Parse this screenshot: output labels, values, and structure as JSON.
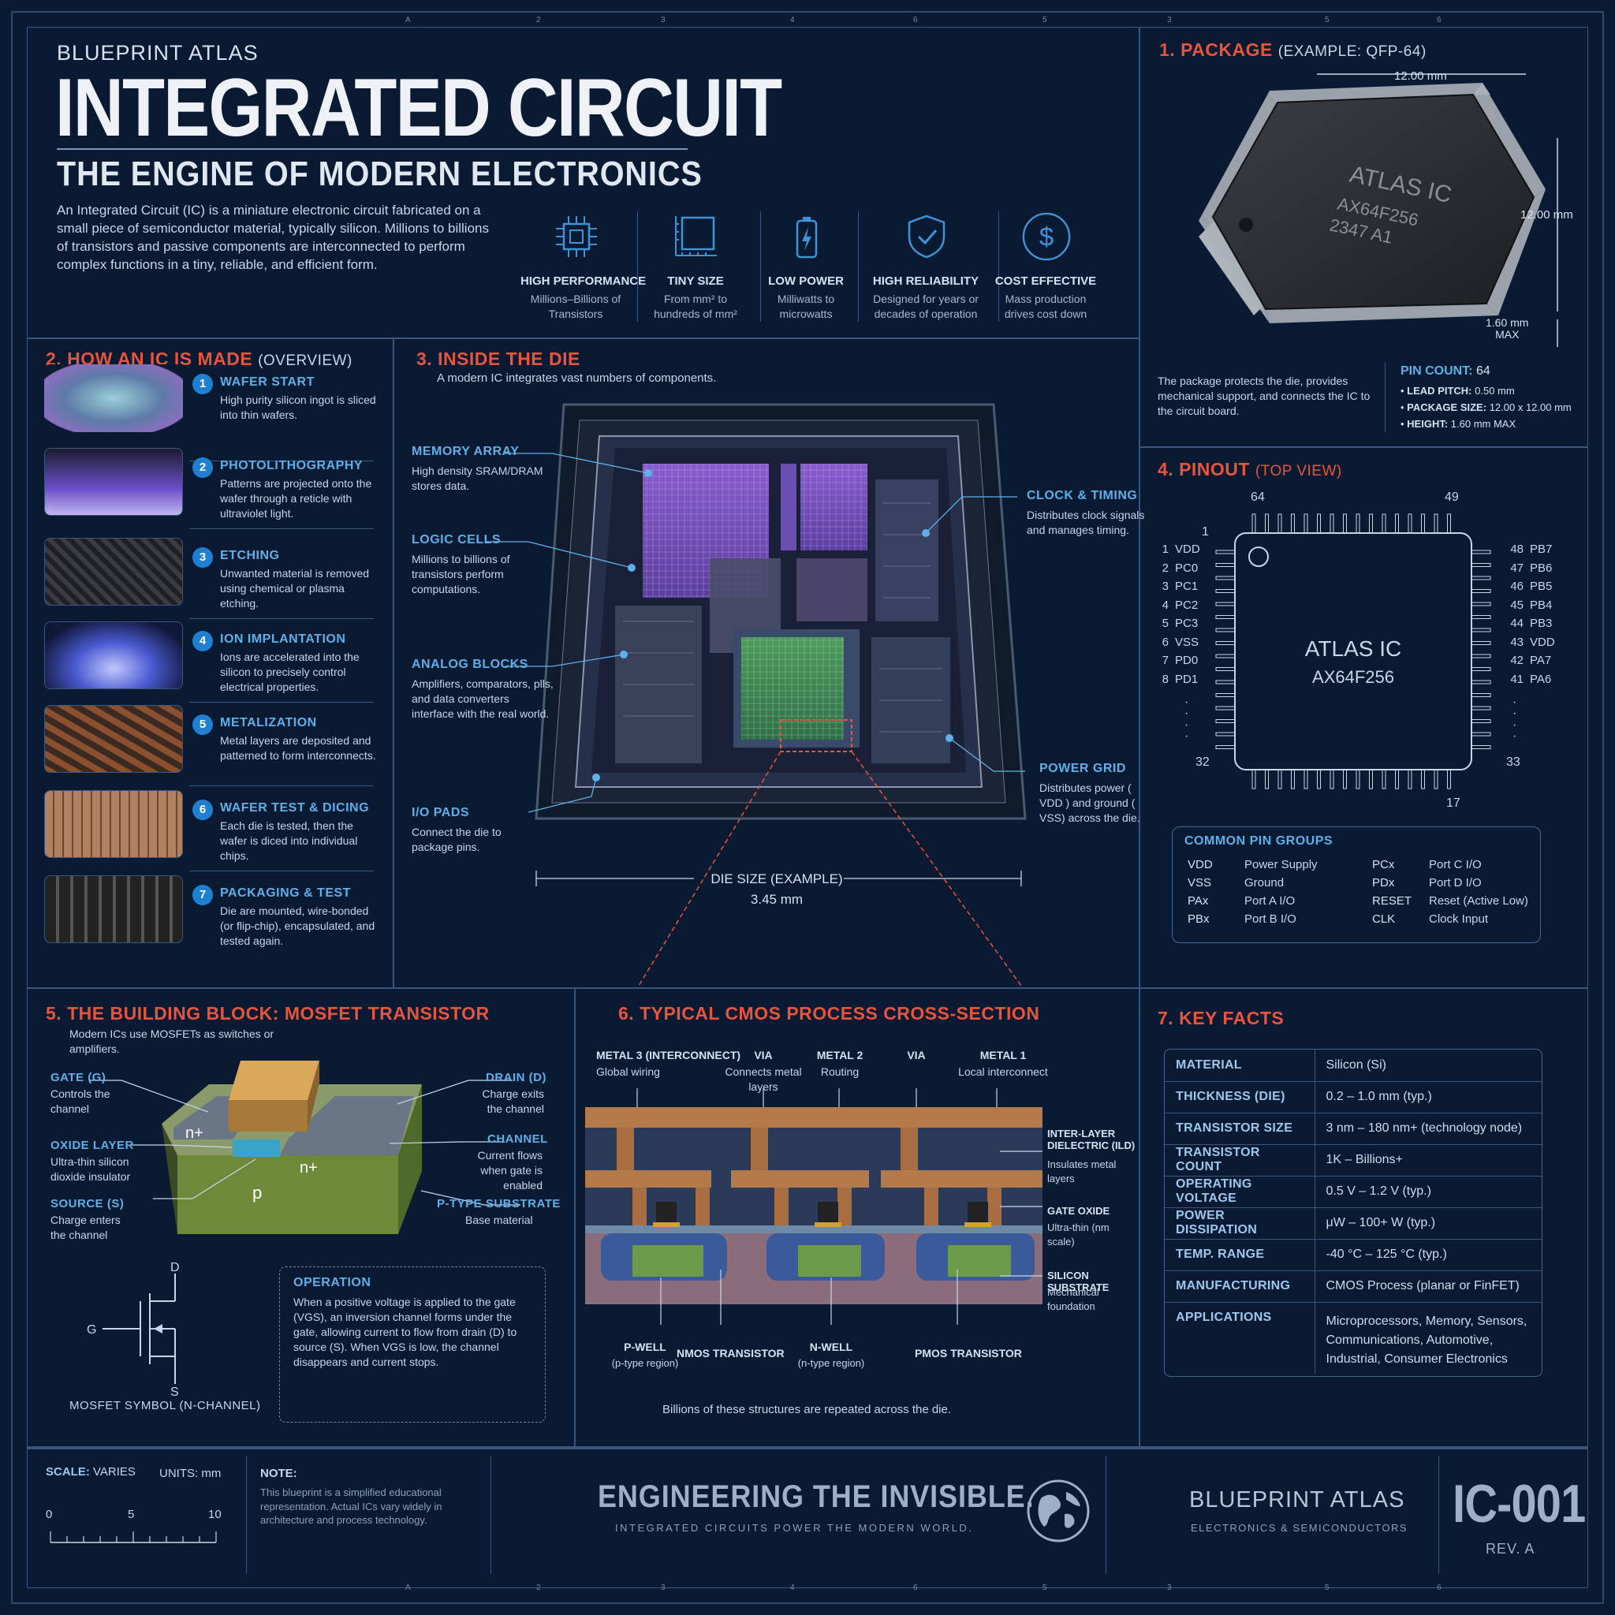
{
  "header": {
    "kicker": "BLUEPRINT ATLAS",
    "title": "INTEGRATED CIRCUIT",
    "subtitle": "THE ENGINE OF MODERN ELECTRONICS",
    "intro": "An Integrated Circuit (IC) is a miniature electronic circuit fabricated on a small piece of semiconductor material, typically silicon. Millions to billions of transistors and passive components are interconnected to perform complex functions in a tiny, reliable, and efficient form."
  },
  "features": [
    {
      "icon": "chip-icon",
      "title": "HIGH PERFORMANCE",
      "desc": "Millions–Billions of Transistors"
    },
    {
      "icon": "ruler-icon",
      "title": "TINY SIZE",
      "desc": "From mm² to hundreds of mm²"
    },
    {
      "icon": "battery-icon",
      "title": "LOW POWER",
      "desc": "Milliwatts to microwatts"
    },
    {
      "icon": "shield-check-icon",
      "title": "HIGH RELIABILITY",
      "desc": "Designed for years or decades of operation"
    },
    {
      "icon": "dollar-icon",
      "title": "COST EFFECTIVE",
      "desc": "Mass production drives cost down"
    }
  ],
  "package": {
    "num": "1.",
    "title": "PACKAGE",
    "sub": "(EXAMPLE: QFP-64)",
    "chip_line1": "ATLAS IC",
    "chip_line2": "AX64F256",
    "chip_line3": "2347   A1",
    "dim_w": "12.00 mm",
    "dim_h": "12.00 mm",
    "dim_t": "1.60 mm",
    "dim_t2": "MAX",
    "desc": "The package protects the die, provides mechanical support, and connects the IC to the circuit board.",
    "pin_count_label": "PIN COUNT:",
    "pin_count": "64",
    "specs": [
      {
        "k": "LEAD PITCH:",
        "v": "0.50 mm"
      },
      {
        "k": "PACKAGE SIZE:",
        "v": "12.00 x 12.00 mm"
      },
      {
        "k": "HEIGHT:",
        "v": "1.60 mm MAX"
      }
    ]
  },
  "made": {
    "num": "2.",
    "title": "HOW AN IC IS MADE",
    "sub": "(OVERVIEW)",
    "steps": [
      {
        "n": "1",
        "title": "WAFER START",
        "desc": "High purity silicon ingot is sliced into thin wafers."
      },
      {
        "n": "2",
        "title": "PHOTOLITHOGRAPHY",
        "desc": "Patterns are projected onto the wafer through a reticle with ultraviolet light."
      },
      {
        "n": "3",
        "title": "ETCHING",
        "desc": "Unwanted material is removed using chemical or plasma etching."
      },
      {
        "n": "4",
        "title": "ION IMPLANTATION",
        "desc": "Ions are accelerated into the silicon to precisely control electrical properties."
      },
      {
        "n": "5",
        "title": "METALIZATION",
        "desc": "Metal layers are deposited and patterned to form interconnects."
      },
      {
        "n": "6",
        "title": "WAFER TEST & DICING",
        "desc": "Each die is tested, then the wafer is diced into individual chips."
      },
      {
        "n": "7",
        "title": "PACKAGING & TEST",
        "desc": "Die are mounted, wire-bonded (or flip-chip), encapsulated, and tested again."
      }
    ]
  },
  "die": {
    "num": "3.",
    "title": "INSIDE THE DIE",
    "intro": "A modern IC integrates vast numbers of components.",
    "callouts": [
      {
        "title": "MEMORY ARRAY",
        "desc": "High density SRAM/DRAM stores data."
      },
      {
        "title": "LOGIC CELLS",
        "desc": "Millions to billions of transistors perform computations."
      },
      {
        "title": "ANALOG BLOCKS",
        "desc": "Amplifiers, comparators, plls, and data converters interface with the real world."
      },
      {
        "title": "I/O PADS",
        "desc": "Connect the die to package pins."
      },
      {
        "title": "CLOCK & TIMING",
        "desc": "Distributes clock signals and manages timing."
      },
      {
        "title": "POWER GRID",
        "desc": "Distributes power ( VDD ) and ground ( VSS) across the die."
      }
    ],
    "size_label": "DIE SIZE",
    "size_sub": "(EXAMPLE)",
    "size_val": "3.45 mm"
  },
  "pinout": {
    "num": "4.",
    "title": "PINOUT",
    "sub": "(TOP VIEW)",
    "chip_line1": "ATLAS IC",
    "chip_line2": "AX64F256",
    "corner_64": "64",
    "corner_49": "49",
    "corner_1": "1",
    "corner_32": "32",
    "corner_33": "33",
    "corner_17": "17",
    "left": [
      {
        "n": "1",
        "p": "VDD"
      },
      {
        "n": "2",
        "p": "PC0"
      },
      {
        "n": "3",
        "p": "PC1"
      },
      {
        "n": "4",
        "p": "PC2"
      },
      {
        "n": "5",
        "p": "PC3"
      },
      {
        "n": "6",
        "p": "VSS"
      },
      {
        "n": "7",
        "p": "PD0"
      },
      {
        "n": "8",
        "p": "PD1"
      }
    ],
    "right": [
      {
        "n": "48",
        "p": "PB7"
      },
      {
        "n": "47",
        "p": "PB6"
      },
      {
        "n": "46",
        "p": "PB5"
      },
      {
        "n": "45",
        "p": "PB4"
      },
      {
        "n": "44",
        "p": "PB3"
      },
      {
        "n": "43",
        "p": "VDD"
      },
      {
        "n": "42",
        "p": "PA7"
      },
      {
        "n": "41",
        "p": "PA6"
      }
    ],
    "groups_title": "COMMON PIN GROUPS",
    "groups": [
      {
        "c1": "VDD",
        "d1": "Power Supply",
        "c2": "PCx",
        "d2": "Port C I/O"
      },
      {
        "c1": "VSS",
        "d1": "Ground",
        "c2": "PDx",
        "d2": "Port D I/O"
      },
      {
        "c1": "PAx",
        "d1": "Port A I/O",
        "c2": "RESET",
        "d2": "Reset (Active Low)"
      },
      {
        "c1": "PBx",
        "d1": "Port B I/O",
        "c2": "CLK",
        "d2": "Clock Input"
      }
    ]
  },
  "mosfet": {
    "num": "5.",
    "title": "THE BUILDING BLOCK:",
    "title2": "MOSFET TRANSISTOR",
    "intro": "Modern ICs use MOSFETs as switches or amplifiers.",
    "gate_t": "GATE (G)",
    "gate_d": "Controls the channel",
    "oxide_t": "OXIDE LAYER",
    "oxide_d": "Ultra-thin silicon dioxide insulator",
    "source_t": "SOURCE (S)",
    "source_d": "Charge enters the channel",
    "drain_t": "DRAIN (D)",
    "drain_d": "Charge exits the channel",
    "channel_t": "CHANNEL",
    "channel_d": "Current flows when gate is enabled",
    "sub_t": "P-TYPE SUBSTRATE",
    "sub_d": "Base material",
    "np": "n+",
    "np2": "n+",
    "p": "p",
    "sym_d": "D",
    "sym_g": "G",
    "sym_s": "S",
    "sym_label": "MOSFET SYMBOL (N-CHANNEL)",
    "op_title": "OPERATION",
    "op_text": "When a positive voltage is applied to the gate (VGS), an inversion channel forms under the gate, allowing current to flow from drain (D) to source (S). When VGS is low, the channel disappears and current stops."
  },
  "cmos": {
    "num": "6.",
    "title": "TYPICAL CMOS PROCESS CROSS-SECTION",
    "top": [
      {
        "t": "METAL 3 (INTERCONNECT)",
        "d": "Global wiring"
      },
      {
        "t": "VIA",
        "d": "Connects metal layers"
      },
      {
        "t": "METAL 2",
        "d": "Routing"
      },
      {
        "t": "VIA",
        "d": ""
      },
      {
        "t": "METAL 1",
        "d": "Local interconnect"
      }
    ],
    "right": [
      {
        "t": "INTER-LAYER DIELECTRIC (ILD)",
        "d": "Insulates metal layers"
      },
      {
        "t": "GATE OXIDE",
        "d": "Ultra-thin (nm scale)"
      },
      {
        "t": "SILICON SUBSTRATE",
        "d": "Mechanical foundation"
      }
    ],
    "bottom": [
      {
        "t": "P-WELL",
        "d": "(p-type region)"
      },
      {
        "t": "NMOS TRANSISTOR",
        "d": ""
      },
      {
        "t": "N-WELL",
        "d": "(n-type region)"
      },
      {
        "t": "PMOS TRANSISTOR",
        "d": ""
      }
    ],
    "footer": "Billions of these structures are repeated across the die."
  },
  "facts": {
    "num": "7.",
    "title": "KEY FACTS",
    "rows": [
      {
        "k": "MATERIAL",
        "v": "Silicon (Si)"
      },
      {
        "k": "THICKNESS (DIE)",
        "v": "0.2 – 1.0 mm (typ.)"
      },
      {
        "k": "TRANSISTOR SIZE",
        "v": "3 nm – 180 nm+ (technology node)"
      },
      {
        "k": "TRANSISTOR COUNT",
        "v": "1K – Billions+"
      },
      {
        "k": "OPERATING VOLTAGE",
        "v": "0.5 V – 1.2 V (typ.)"
      },
      {
        "k": "POWER DISSIPATION",
        "v": "μW – 100+ W (typ.)"
      },
      {
        "k": "TEMP. RANGE",
        "v": "-40 °C – 125 °C (typ.)"
      },
      {
        "k": "MANUFACTURING",
        "v": "CMOS Process (planar or FinFET)"
      },
      {
        "k": "APPLICATIONS",
        "v": "Microprocessors, Memory, Sensors, Communications, Automotive, Industrial, Consumer Electronics"
      }
    ]
  },
  "footer": {
    "scale_label": "SCALE:",
    "scale_val": "VARIES",
    "units_label": "UNITS:",
    "units_val": "mm",
    "ticks": [
      "0",
      "5",
      "10"
    ],
    "note_title": "NOTE:",
    "note": "This blueprint is a simplified educational representation. Actual ICs vary widely in architecture and process technology.",
    "tagline": "ENGINEERING THE INVISIBLE.",
    "tagline_sub": "INTEGRATED CIRCUITS POWER THE MODERN WORLD.",
    "brand": "BLUEPRINT ATLAS",
    "brand_sub": "ELECTRONICS & SEMICONDUCTORS",
    "code": "IC-001",
    "rev": "REV. A"
  },
  "ruler": [
    "A",
    "2",
    "3",
    "4",
    "6",
    "5",
    "3",
    "5",
    "6"
  ],
  "colors": {
    "bg": "#0a1a33",
    "line": "#3a5680",
    "accent": "#e8553d",
    "blue": "#5fb0e8"
  }
}
